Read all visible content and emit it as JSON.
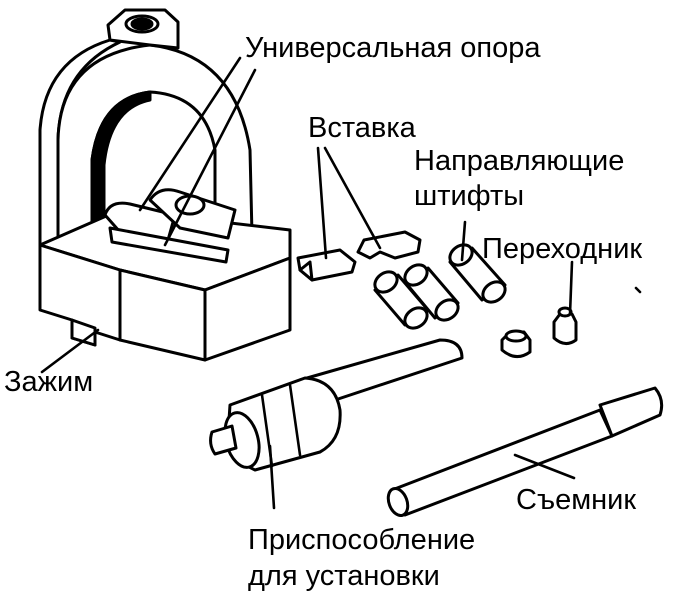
{
  "labels": {
    "universal_support": "Универсальная опора",
    "insert": "Вставка",
    "guide_pins_line1": "Направляющие",
    "guide_pins_line2": "штифты",
    "adapter": "Переходник",
    "clamp": "Зажим",
    "remover": "Съемник",
    "installer_line1": "Приспособление",
    "installer_line2": "для установки"
  }
}
